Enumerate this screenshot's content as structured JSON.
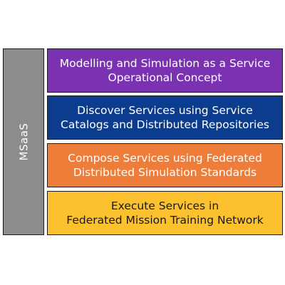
{
  "colors": {
    "side_bar": "#8c8c8c",
    "layer_1": "#7b32b2",
    "layer_2": "#0c3c8e",
    "layer_3": "#ef7d3a",
    "layer_4": "#fcc12e"
  },
  "side_bar": {
    "label": "MSaaS"
  },
  "layers": [
    {
      "line1": "Modelling and Simulation as a Service",
      "line2": "Operational Concept",
      "text_color": "#ffffff"
    },
    {
      "line1": "Discover Services using Service",
      "line2": "Catalogs and Distributed Repositories",
      "text_color": "#ffffff"
    },
    {
      "line1": "Compose Services using Federated",
      "line2": "Distributed Simulation Standards",
      "text_color": "#ffffff"
    },
    {
      "line1": "Execute Services in",
      "line2": "Federated Mission Training Network",
      "text_color": "#1a1a1a"
    }
  ]
}
